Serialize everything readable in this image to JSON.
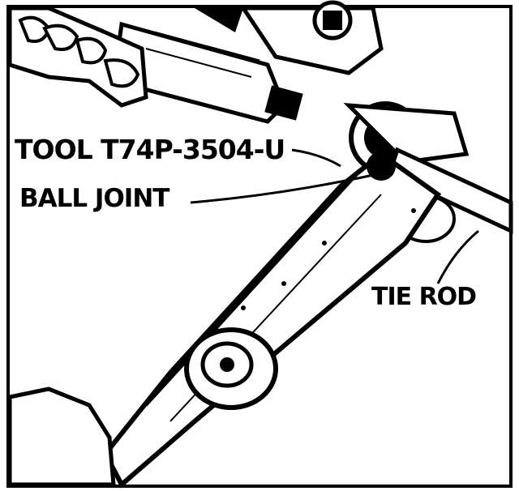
{
  "labels": {
    "tool": "TOOL T74P-3504-U",
    "ball_joint": "BALL JOINT",
    "tie_rod": "TIE ROD"
  },
  "colors": {
    "ink": "#000000",
    "paper": "#ffffff"
  }
}
